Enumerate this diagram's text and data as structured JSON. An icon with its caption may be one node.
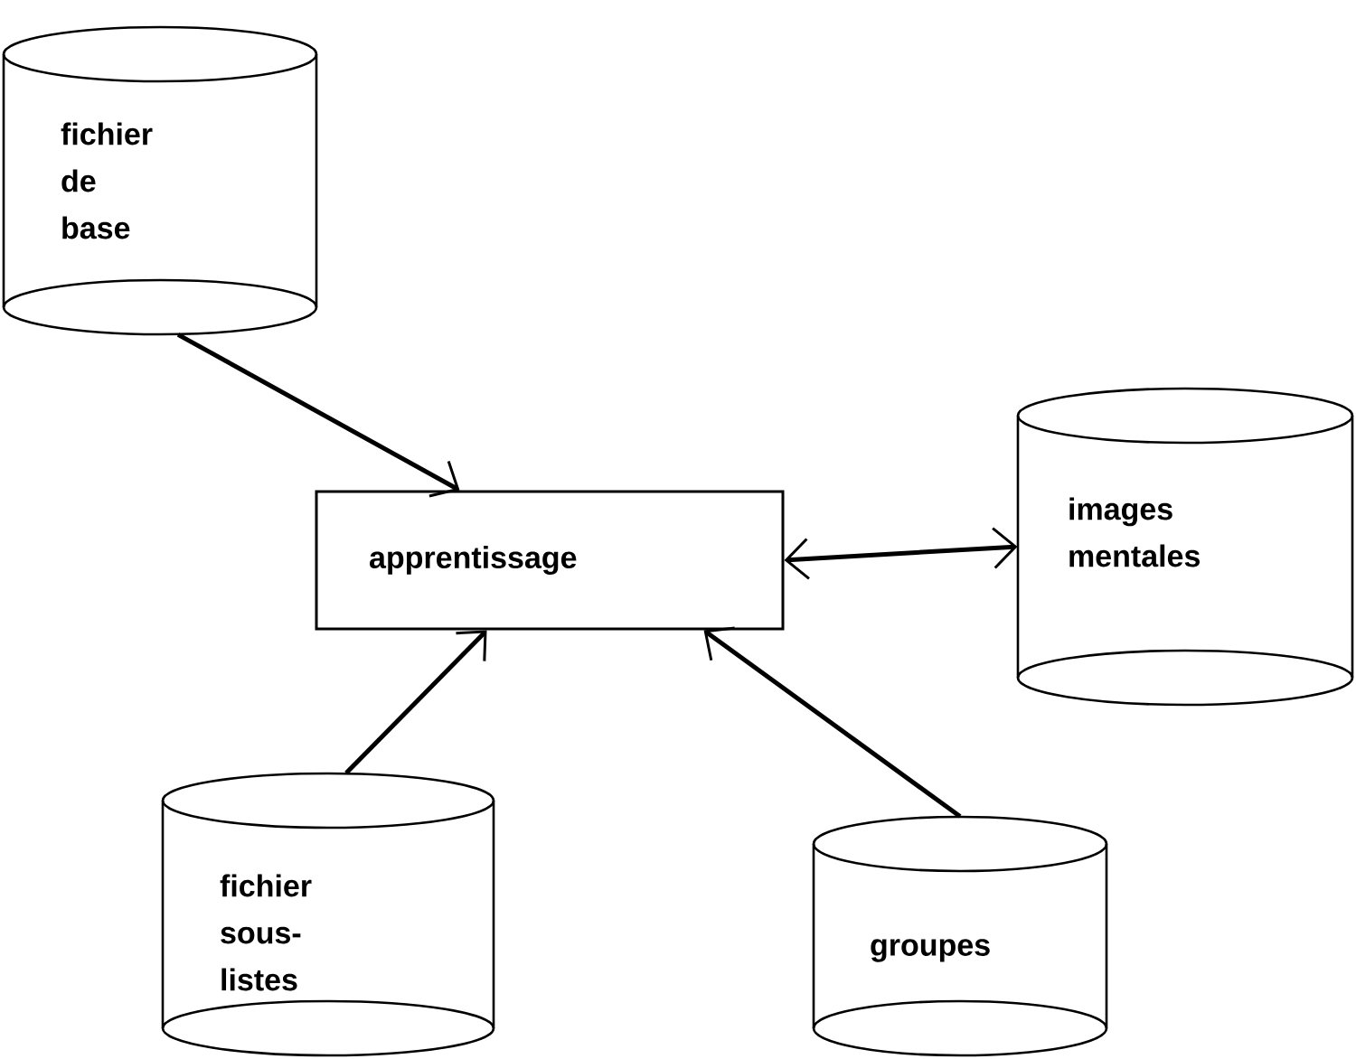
{
  "diagram": {
    "nodes": [
      {
        "text": [
          "fichier de base"
        ]
      },
      {
        "text": [
          "apprentissage"
        ]
      },
      {
        "text": [
          "images mentales"
        ]
      },
      {
        "text": [
          "fichier sous-listes"
        ]
      },
      {
        "text": [
          "groupes"
        ]
      }
    ],
    "edges": [
      {
        "from": 0,
        "to": 1,
        "arrow": "to"
      },
      {
        "from": 1,
        "to": 2,
        "arrow": "both"
      },
      {
        "from": 3,
        "to": 1,
        "arrow": "to"
      },
      {
        "from": 4,
        "to": 1,
        "arrow": "to"
      }
    ]
  }
}
